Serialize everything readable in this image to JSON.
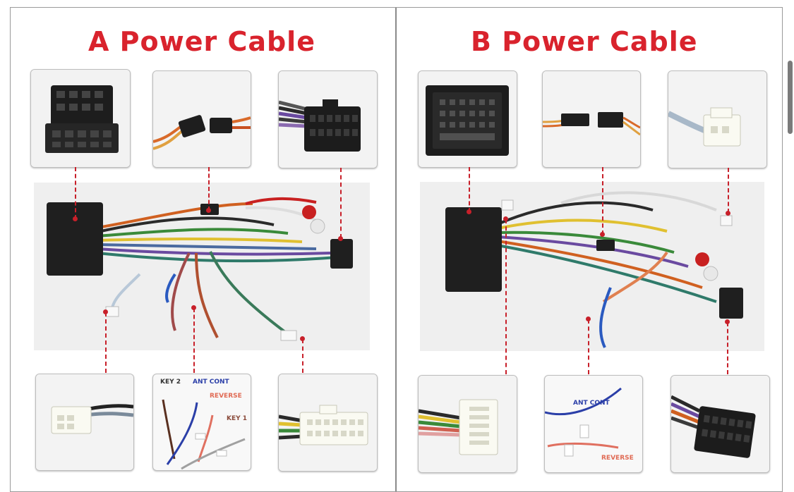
{
  "panel_a": {
    "title": "A Power Cable",
    "wire_labels": {
      "key2": "KEY 2",
      "ant_cont": "ANT CONT",
      "reverse": "REVERSE",
      "key1": "KEY 1"
    }
  },
  "panel_b": {
    "title": "B Power Cable",
    "wire_labels": {
      "ant_cont": "ANT CONT",
      "reverse": "REVERSE"
    }
  },
  "colors": {
    "title_red": "#d9232d",
    "dash_red": "#c8202a",
    "ant_blue": "#2b3fa8",
    "reverse_red": "#e06b55",
    "key_dark": "#333333"
  }
}
